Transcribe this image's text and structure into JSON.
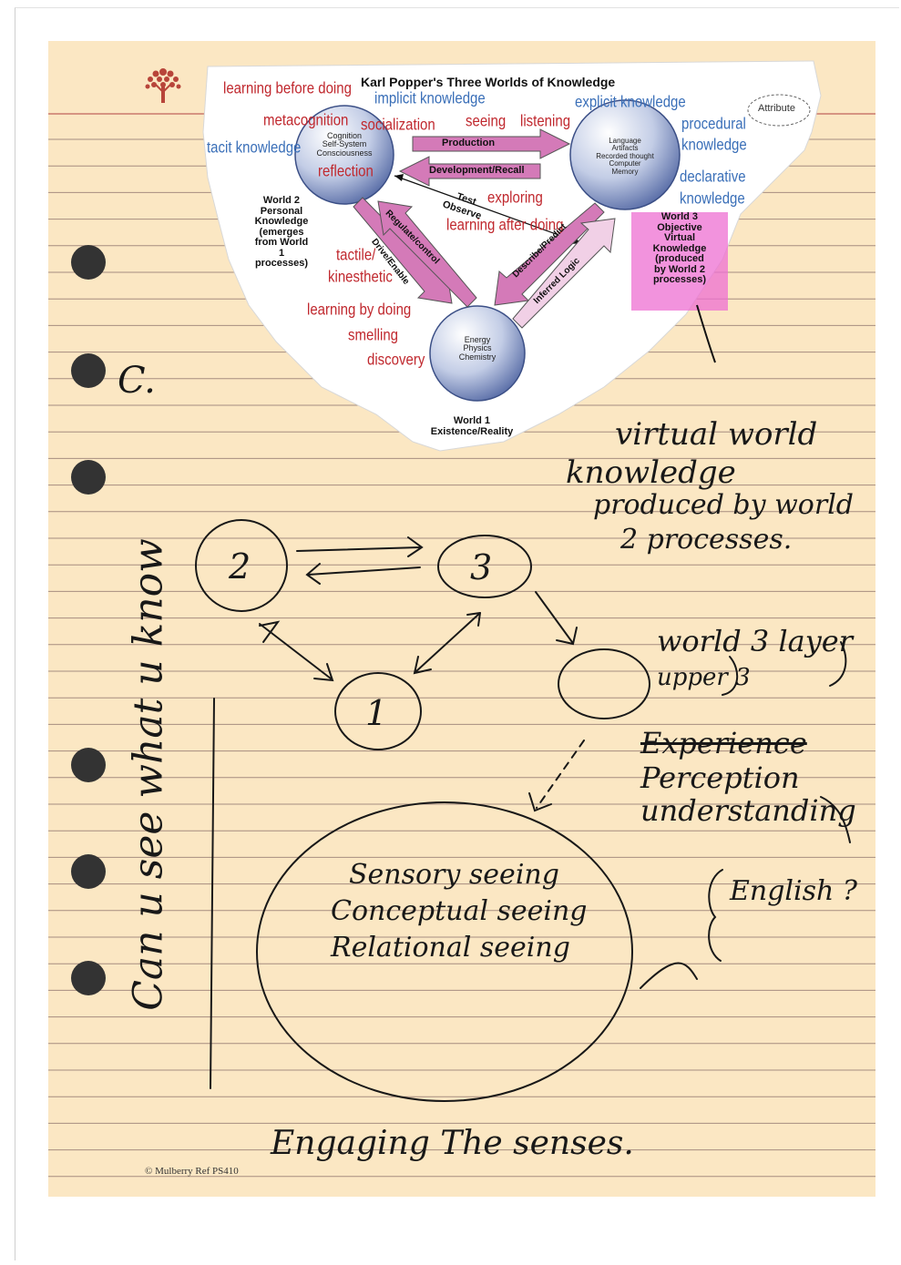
{
  "page": {
    "copyright": "© Mulberry Ref PS410"
  },
  "diagram": {
    "title": "Karl Popper's Three Worlds of Knowledge",
    "attribute": "Attribute",
    "red_labels": {
      "learning_before_doing": "learning before doing",
      "metacognition": "metacognition",
      "socialization": "socialization",
      "seeing": "seeing",
      "listening": "listening",
      "reflection": "reflection",
      "exploring": "exploring",
      "learning_after_doing": "learning after doing",
      "tactile": "tactile/",
      "kinesthetic": "kinesthetic",
      "learning_by_doing": "learning by doing",
      "smelling": "smelling",
      "discovery": "discovery"
    },
    "blue_labels": {
      "implicit_knowledge": "implicit knowledge",
      "explicit_knowledge": "explicit knowledge",
      "tacit_knowledge": "tacit knowledge",
      "procedural": "procedural",
      "procedural_knowledge": "knowledge",
      "declarative": "declarative",
      "declarative_knowledge": "knowledge"
    },
    "world2_circle": [
      "Cognition",
      "Self-System",
      "Consciousness"
    ],
    "world3_circle": [
      "Language",
      "Artifacts",
      "Recorded thought",
      "Computer",
      "Memory"
    ],
    "world1_circle": [
      "Energy",
      "Physics",
      "Chemistry"
    ],
    "world2_caption": [
      "World 2",
      "Personal",
      "Knowledge",
      "(emerges",
      "from World",
      "1",
      "processes)"
    ],
    "world3_caption": [
      "World 3",
      "Objective",
      "Virtual",
      "Knowledge",
      "(produced",
      "by World 2",
      "processes)"
    ],
    "world1_caption": [
      "World 1",
      "Existence/Reality"
    ],
    "arrows": {
      "production": "Production",
      "development_recall": "Development/Recall",
      "test": "Test",
      "observe": "Observe",
      "regulate_control": "Regulate/control",
      "drive_enable": "Drive/Enable",
      "describe_predict": "Describe/Predict",
      "inferred_logic": "Inferred Logic"
    }
  },
  "handwriting": {
    "left_margin_top": "C.",
    "left_margin_vertical": "Can u see what u know",
    "virtual_world": "virtual world",
    "knowledge": "knowledge",
    "produced_by": "produced by world",
    "two_processes": "2 processes.",
    "circle_2": "2",
    "circle_3": "3",
    "circle_1": "1",
    "world3_layer": "world 3 layer",
    "upper_3": "upper 3",
    "experience": "Experience",
    "perception": "Perception",
    "understanding": "understanding",
    "sensory": "Sensory seeing",
    "conceptual": "Conceptual seeing",
    "relational": "Relational seeing",
    "english": "English ?",
    "engaging": "Engaging The senses."
  }
}
